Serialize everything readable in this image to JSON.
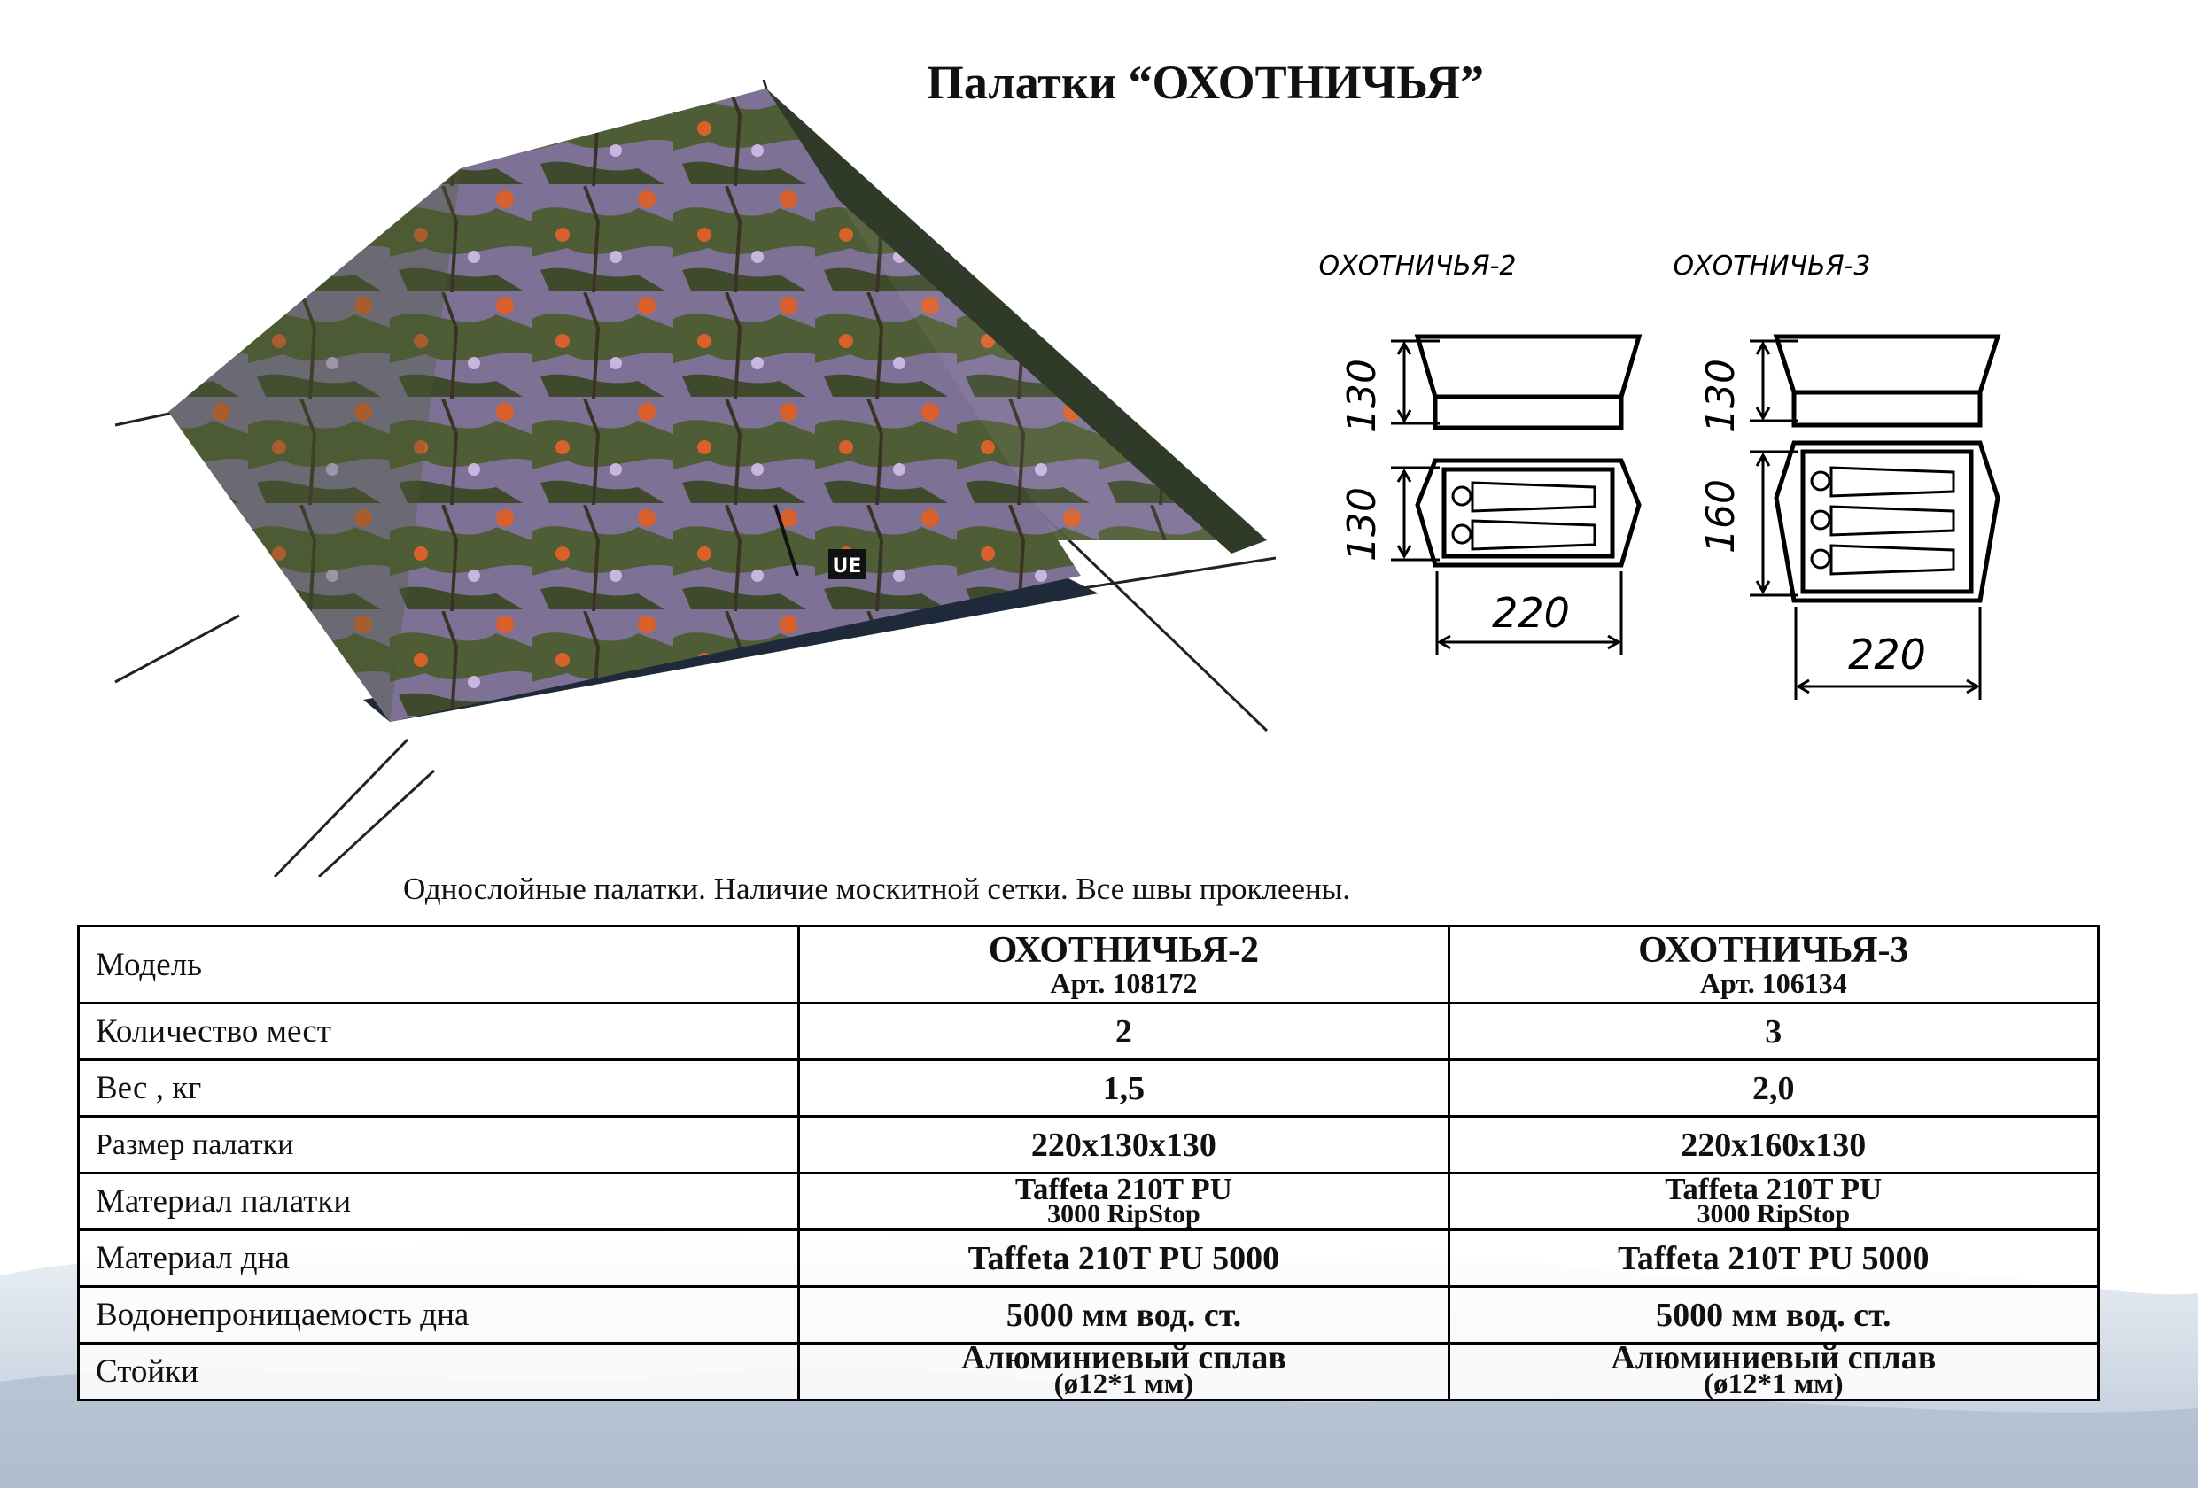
{
  "title": "Палатки “ОХОТНИЧЬЯ”",
  "subtitle": "Однослойные палатки. Наличие москитной сетки. Все швы проклеены.",
  "diagrams": {
    "left": {
      "name": "ОХОТНИЧЬЯ-2",
      "height_label": "130",
      "width_label": "130",
      "length_label": "220",
      "sleeping_places": 2
    },
    "right": {
      "name": "ОХОТНИЧЬЯ-3",
      "height_label": "130",
      "width_label": "160",
      "length_label": "220",
      "sleeping_places": 3
    }
  },
  "table": {
    "model_label": "Модель",
    "models": [
      {
        "name": "ОХОТНИЧЬЯ-2",
        "art": "Арт. 108172"
      },
      {
        "name": "ОХОТНИЧЬЯ-3",
        "art": "Арт. 106134"
      }
    ],
    "rows": [
      {
        "label": "Количество мест",
        "v1": "2",
        "v2": "3"
      },
      {
        "label": "Вес , кг",
        "v1": "1,5",
        "v2": "2,0"
      },
      {
        "label": "Размер палатки",
        "v1": "220x130x130",
        "v2": "220x160x130"
      },
      {
        "label": "Материал палатки",
        "v1a": "Taffeta 210T PU",
        "v1b": "3000 RipStop",
        "v2a": "Taffeta 210T PU",
        "v2b": "3000 RipStop"
      },
      {
        "label": "Материал дна",
        "v1": "Taffeta 210T PU 5000",
        "v2": "Taffeta 210T PU 5000"
      },
      {
        "label": "Водонепроницаемость дна",
        "v1": "5000 мм вод. ст.",
        "v2": "5000 мм вод. ст."
      },
      {
        "label": "Стойки",
        "v1a": "Алюминиевый сплав",
        "v1b": "(ø12*1 мм)",
        "v2a": "Алюминиевый сплав",
        "v2b": "(ø12*1 мм)"
      }
    ]
  },
  "colors": {
    "border": "#000000",
    "mountain_light": "#dfe6ef",
    "mountain_dark": "#aebccd",
    "camo_purple": "#8a79a8",
    "camo_green": "#556b3a",
    "camo_orange": "#d9602a"
  }
}
